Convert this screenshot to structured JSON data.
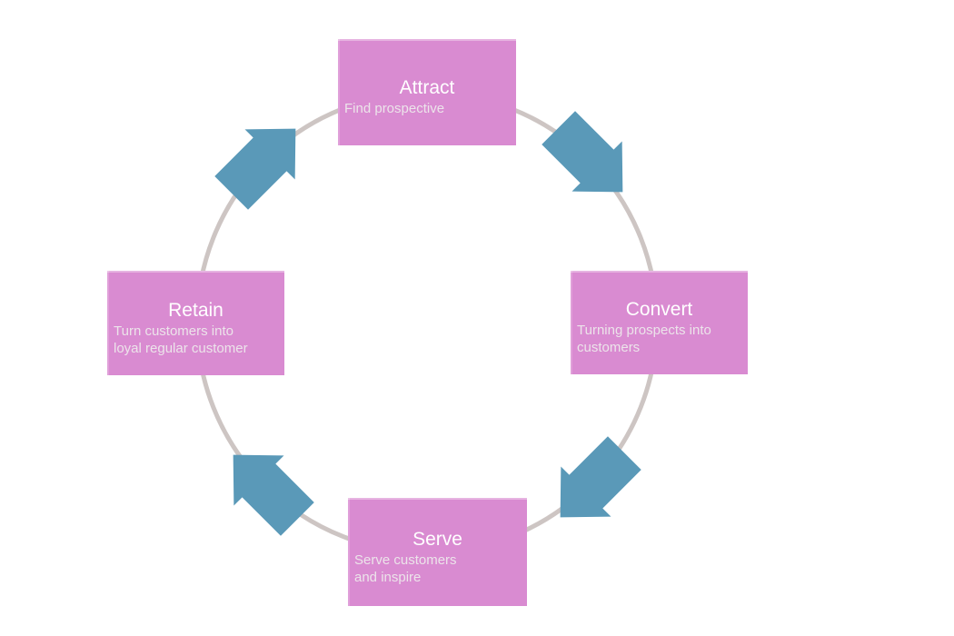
{
  "colors": {
    "box_pink": "#d98bd1",
    "arrow_blue": "#5a99b8",
    "circle_gray": "#cdc5c3",
    "title_text": "#ffffff",
    "desc_text": "#ece4ea",
    "page_bg": "#ffffff"
  },
  "nodes": [
    {
      "id": "attract",
      "title": "Attract",
      "desc_lines": [
        "Find prospective"
      ]
    },
    {
      "id": "convert",
      "title": "Convert",
      "desc_lines": [
        "Turning prospects into",
        "customers"
      ]
    },
    {
      "id": "serve",
      "title": "Serve",
      "desc_lines": [
        "Serve customers",
        "and inspire"
      ]
    },
    {
      "id": "retain",
      "title": "Retain",
      "desc_lines": [
        "Turn customers into",
        "loyal regular customer"
      ]
    }
  ],
  "arrows": [
    {
      "name": "arrow-attract-to-convert",
      "direction": "southeast"
    },
    {
      "name": "arrow-convert-to-serve",
      "direction": "southwest"
    },
    {
      "name": "arrow-serve-to-retain",
      "direction": "northwest"
    },
    {
      "name": "arrow-retain-to-attract",
      "direction": "northeast"
    }
  ]
}
